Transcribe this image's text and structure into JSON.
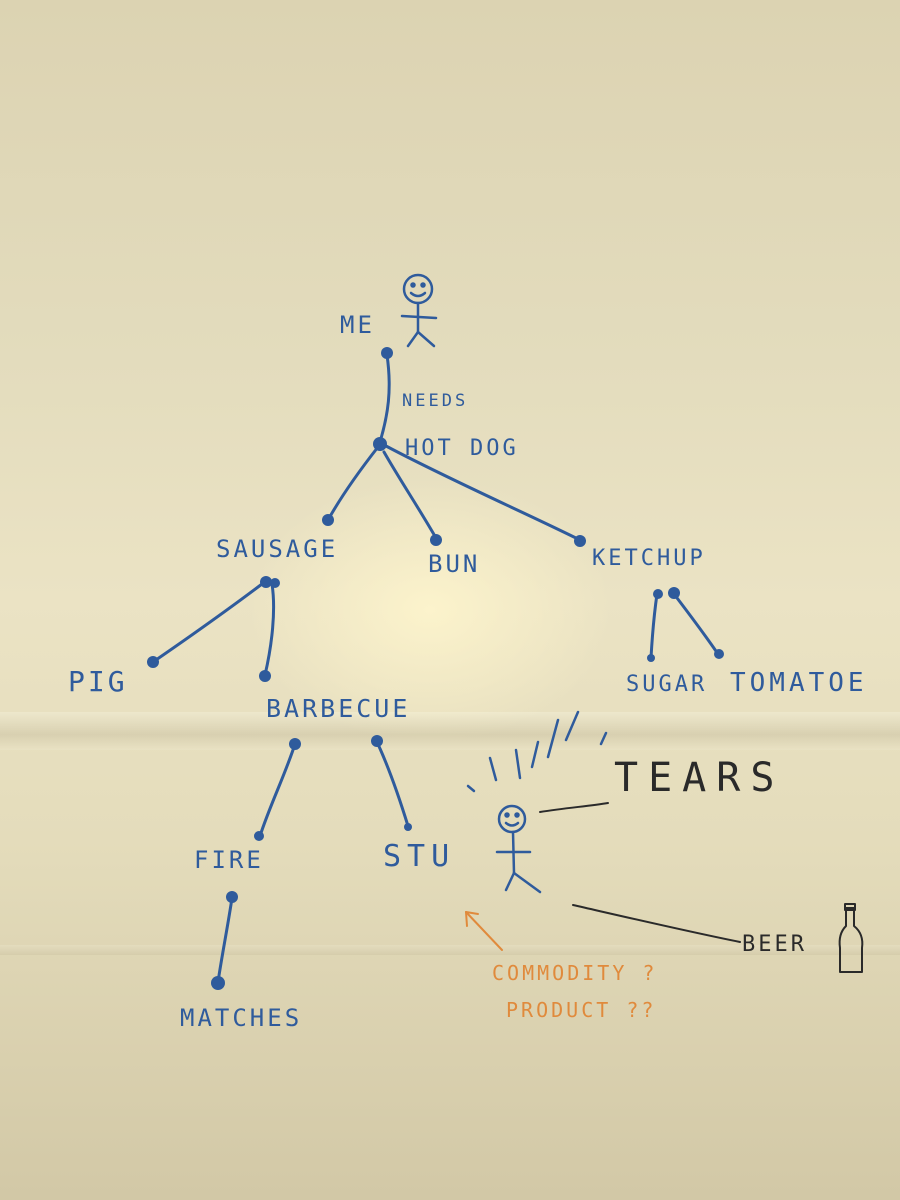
{
  "diagram": {
    "nodes": {
      "me": "ME",
      "needs": "NEEDS",
      "hot_dog": "HOT DOG",
      "sausage": "SAUSAGE",
      "bun": "BUN",
      "ketchup": "KETCHUP",
      "pig": "PIG",
      "barbecue": "BARBECUE",
      "sugar": "SUGAR",
      "tomatoe": "TOMATOE",
      "fire": "FIRE",
      "stu": "STU",
      "tears": "TEARS",
      "matches": "MATCHES",
      "beer": "BEER",
      "commodity": "COMMODITY ?",
      "product": "PRODUCT ??"
    },
    "edges": [
      [
        "me",
        "hot_dog",
        "needs"
      ],
      [
        "hot_dog",
        "sausage",
        ""
      ],
      [
        "hot_dog",
        "bun",
        ""
      ],
      [
        "hot_dog",
        "ketchup",
        ""
      ],
      [
        "sausage",
        "pig",
        ""
      ],
      [
        "sausage",
        "barbecue",
        ""
      ],
      [
        "ketchup",
        "sugar",
        ""
      ],
      [
        "ketchup",
        "tomatoe",
        ""
      ],
      [
        "barbecue",
        "fire",
        ""
      ],
      [
        "barbecue",
        "stu",
        ""
      ],
      [
        "fire",
        "matches",
        ""
      ]
    ],
    "colors": {
      "ink_blue": "#2f5b9c",
      "ink_orange": "#e08a3c",
      "ink_black": "#2a2a2a"
    },
    "icons": [
      "stick-figure-icon",
      "crying-stick-figure-icon",
      "beer-bottle-icon"
    ]
  }
}
